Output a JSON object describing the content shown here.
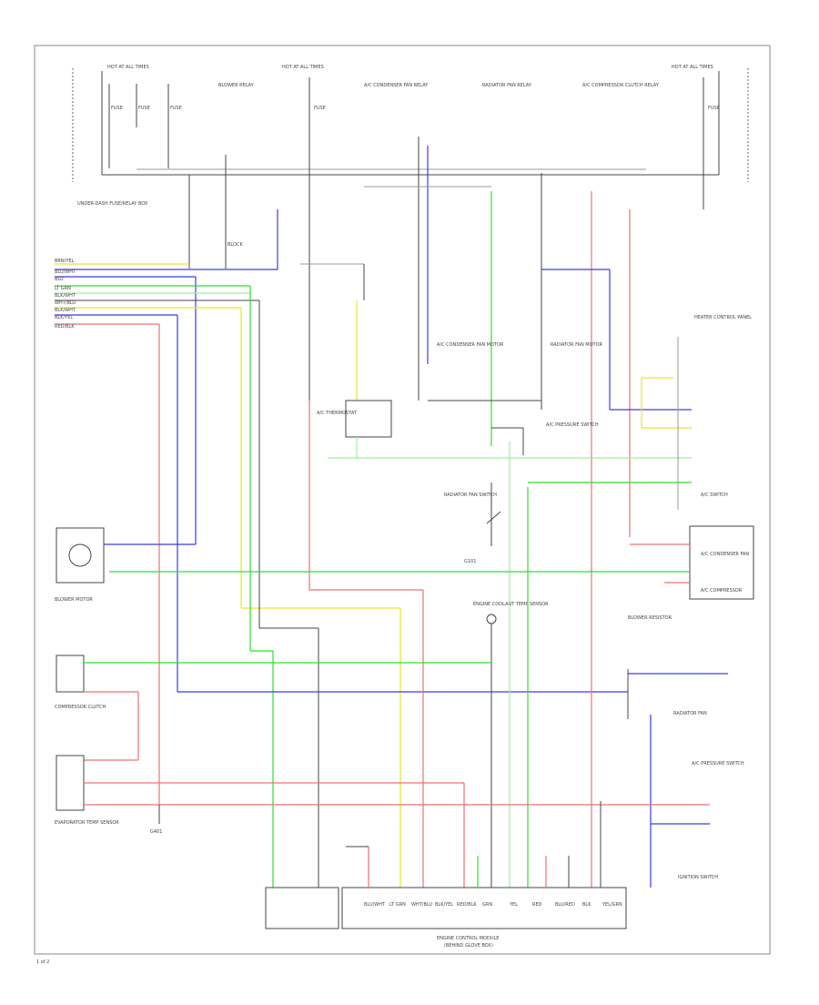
{
  "diagram": {
    "page_label": "1 of 2",
    "power_labels": [
      "HOT AT ALL TIMES",
      "HOT AT ALL TIMES",
      "HOT AT ALL TIMES"
    ],
    "fuse_labels": [
      "FUSE",
      "FUSE",
      "FUSE",
      "FUSE",
      "FUSE"
    ],
    "relay_labels": [
      "BLOWER RELAY",
      "A/C CONDENSER FAN RELAY",
      "RADIATOR FAN RELAY",
      "A/C COMPRESSOR CLUTCH RELAY"
    ],
    "left_block_label": "UNDER-DASH FUSE/RELAY BOX",
    "connector_label": "BLOCK",
    "left_wire_tags": [
      "BRN/YEL",
      "BLU/WHT",
      "BLU",
      "LT GRN",
      "BLK/WHT",
      "WHT/BLU",
      "BLK/WHT",
      "BLK/YEL",
      "RED/BLK"
    ],
    "components": {
      "blower_motor": "BLOWER MOTOR",
      "compressor_clutch": "COMPRESSOR CLUTCH",
      "ac_pressure_switch": "A/C PRESSURE SWITCH",
      "radiator_fan_switch": "RADIATOR FAN SWITCH",
      "ac_condenser_fan_motor": "A/C CONDENSER FAN MOTOR",
      "radiator_fan_motor": "RADIATOR FAN MOTOR",
      "evap_temp_sensor": "EVAPORATOR TEMP SENSOR",
      "ac_switch": "A/C SWITCH",
      "heater_control": "HEATER CONTROL PANEL",
      "thermostat": "A/C THERMOSTAT",
      "ect_sensor": "ENGINE COOLANT TEMP SENSOR",
      "blower_resistor": "BLOWER RESISTOR",
      "ignition_switch": "IGNITION SWITCH",
      "ecm": "ENGINE CONTROL MODULE",
      "ecm_sub": "(BEHIND GLOVE BOX)",
      "ground_g401": "G401",
      "ground_g101": "G101"
    },
    "ecm_pins": [
      "BLU/WHT",
      "LT GRN",
      "WHT/BLU",
      "BLK/YEL",
      "RED/BLK",
      "GRN",
      "YEL",
      "RED",
      "BLU/RED",
      "BLK",
      "YEL/GRN"
    ],
    "right_labels": [
      "A/C CONDENSER FAN",
      "A/C COMPRESSOR",
      "RADIATOR FAN",
      "A/C PRESSURE SWITCH"
    ],
    "colors": {
      "blue": "#3b3be8",
      "green": "#2ee02e",
      "light_green": "#9df09d",
      "yellow": "#e6e62a",
      "red": "#f07070",
      "black": "#444444"
    }
  }
}
